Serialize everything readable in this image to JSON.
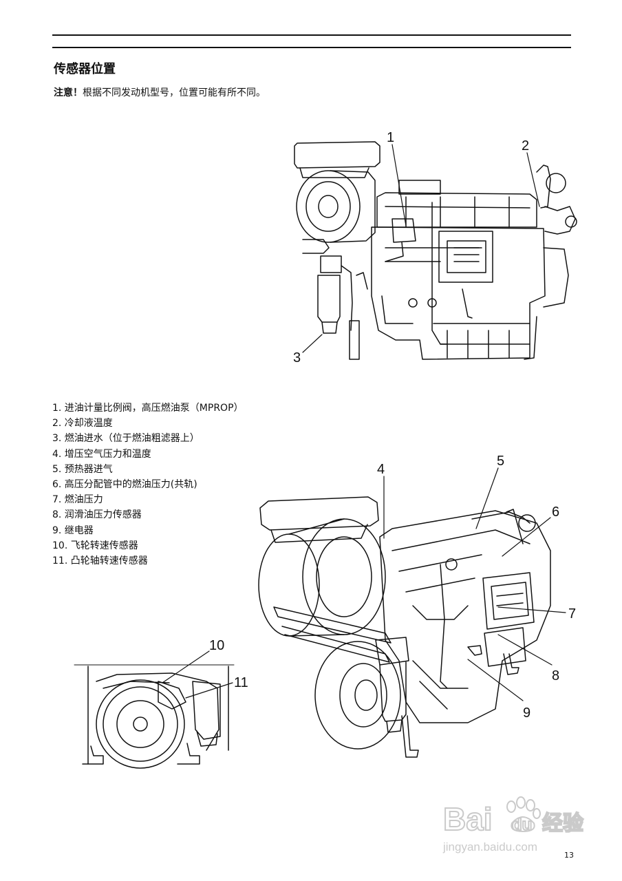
{
  "page": {
    "title": "传感器位置",
    "note_label": "注意！",
    "note_text": "根据不同发动机型号，位置可能有所不同。",
    "page_number": "13"
  },
  "legend": [
    "1.  进油计量比例阀，高压燃油泵（MPROP）",
    "2.  冷却液温度",
    "3.  燃油进水（位于燃油粗滤器上）",
    "4.  增压空气压力和温度",
    "5.  预热器进气",
    "6.  高压分配管中的燃油压力(共轨)",
    "7.  燃油压力",
    "8.  润滑油压力传感器",
    "9.  继电器",
    "10.  飞轮转速传感器",
    "11.  凸轮轴转速传感器"
  ],
  "callouts": {
    "c1": "1",
    "c2": "2",
    "c3": "3",
    "c4": "4",
    "c5": "5",
    "c6": "6",
    "c7": "7",
    "c8": "8",
    "c9": "9",
    "c10": "10",
    "c11": "11"
  },
  "watermark": {
    "brand": "Bai",
    "brand_mid": "du",
    "brand_cn": "经验",
    "url": "jingyan.baidu.com"
  },
  "figures": {
    "fig1_icon": "engine-side-view-illustration",
    "fig2_icon": "engine-perspective-view-illustration",
    "fig3_icon": "engine-flywheel-end-view-illustration"
  }
}
